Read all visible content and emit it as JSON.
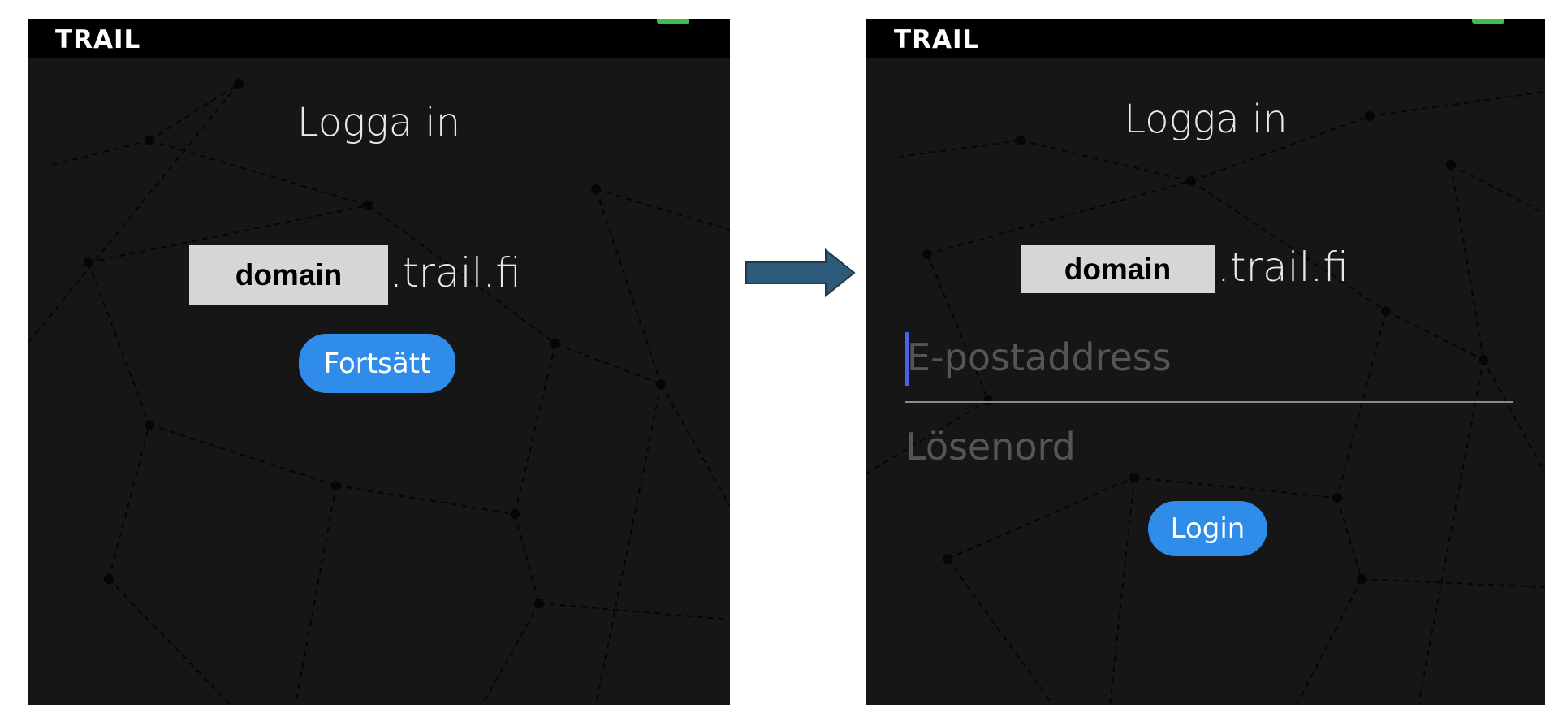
{
  "colors": {
    "accent": "#2f8ce8",
    "background": "#161616",
    "domain_box": "#d6d6d6",
    "arrow": "#2e5a7a"
  },
  "screen_before": {
    "logo": "TRAIL",
    "title": "Logga in",
    "domain_value": "domain",
    "domain_suffix": ".trail.fi",
    "continue_label": "Fortsätt"
  },
  "screen_after": {
    "logo": "TRAIL",
    "title": "Logga in",
    "domain_value": "domain",
    "domain_suffix": ".trail.fi",
    "email_placeholder": "E-postaddress",
    "password_placeholder": "Lösenord",
    "login_label": "Login"
  },
  "transition_icon": "right-arrow-icon"
}
